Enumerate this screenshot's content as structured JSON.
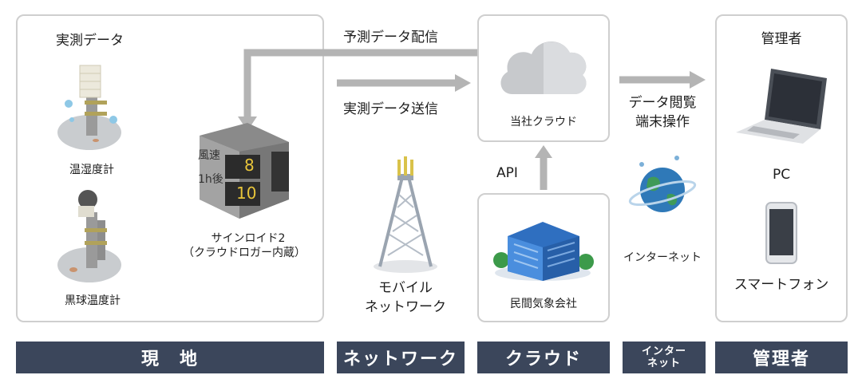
{
  "site": {
    "title": "実測データ",
    "sensor1_label": "温湿度計",
    "sensor2_label": "黒球温度計",
    "signage_label_line1": "サインロイド2",
    "signage_label_line2": "（クラウドロガー内蔵）",
    "signage_row1_label": "風速",
    "signage_row1_value": "8",
    "signage_row2_label": "1h後",
    "signage_row2_value": "10"
  },
  "network": {
    "forecast_label": "予測データ配信",
    "measured_label": "実測データ送信",
    "tower_label_line1": "モバイル",
    "tower_label_line2": "ネットワーク"
  },
  "cloud": {
    "own_cloud_label": "当社クラウド",
    "api_label": "API",
    "weather_company_label": "民間気象会社"
  },
  "internet": {
    "access_label_line1": "データ閲覧",
    "access_label_line2": "端末操作",
    "globe_label": "インターネット"
  },
  "admin": {
    "title": "管理者",
    "pc_label": "PC",
    "phone_label": "スマートフォン"
  },
  "bands": {
    "site": "現　地",
    "network": "ネットワーク",
    "cloud": "クラウド",
    "internet_line1": "インター",
    "internet_line2": "ネット",
    "admin": "管理者"
  },
  "colors": {
    "band": "#3b465b",
    "arrow": "#b4b4b4",
    "border": "#cfcfcf",
    "signage_digits": "#e8c53a",
    "building": "#3a7fd0",
    "globe": "#2f79b8"
  }
}
